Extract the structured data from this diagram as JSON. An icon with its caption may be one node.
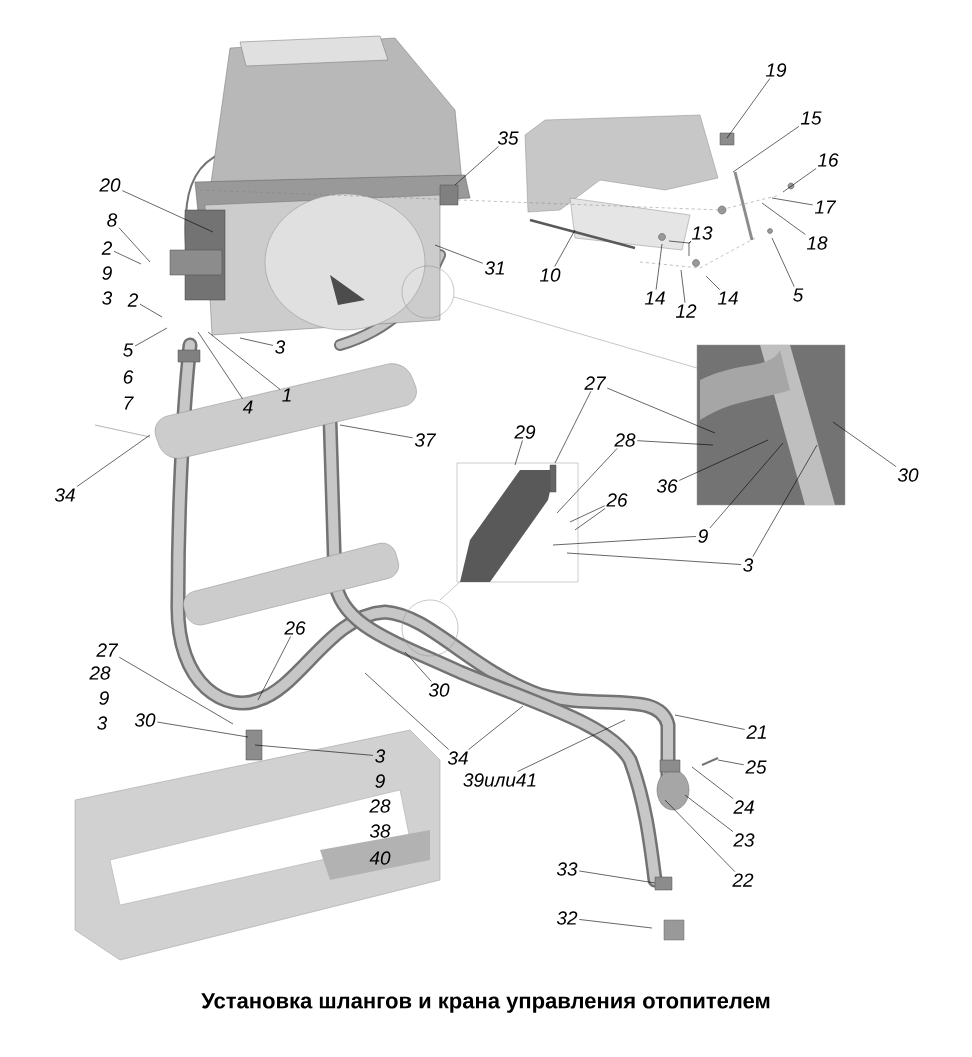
{
  "diagram": {
    "caption": "Установка шлангов и крана управления отопителем",
    "nodes": [
      {
        "text": [
          "19"
        ]
      },
      {
        "text": [
          "15"
        ]
      },
      {
        "text": [
          "35"
        ]
      },
      {
        "text": [
          "16"
        ]
      },
      {
        "text": [
          "20"
        ]
      },
      {
        "text": [
          "17"
        ]
      },
      {
        "text": [
          "8"
        ]
      },
      {
        "text": [
          "13"
        ]
      },
      {
        "text": [
          "18"
        ]
      },
      {
        "text": [
          "2"
        ]
      },
      {
        "text": [
          "31"
        ]
      },
      {
        "text": [
          "10"
        ]
      },
      {
        "text": [
          "2"
        ]
      },
      {
        "text": [
          "14"
        ]
      },
      {
        "text": [
          "14"
        ]
      },
      {
        "text": [
          "5"
        ]
      },
      {
        "text": [
          "12"
        ]
      },
      {
        "text": [
          "3"
        ]
      },
      {
        "text": [
          "5"
        ]
      },
      {
        "text": [
          "1"
        ]
      },
      {
        "text": [
          "4"
        ]
      },
      {
        "text": [
          "27"
        ]
      },
      {
        "text": [
          "29"
        ]
      },
      {
        "text": [
          "37"
        ]
      },
      {
        "text": [
          "28"
        ]
      },
      {
        "text": [
          "30"
        ]
      },
      {
        "text": [
          "36"
        ]
      },
      {
        "text": [
          "34"
        ]
      },
      {
        "text": [
          "26"
        ]
      },
      {
        "text": [
          "9"
        ]
      },
      {
        "text": [
          "3"
        ]
      },
      {
        "text": [
          "26"
        ]
      },
      {
        "text": [
          "27"
        ]
      },
      {
        "text": [
          "30"
        ]
      },
      {
        "text": [
          "30"
        ]
      },
      {
        "text": [
          "21"
        ]
      },
      {
        "text": [
          "3"
        ]
      },
      {
        "text": [
          "34"
        ]
      },
      {
        "text": [
          "25"
        ]
      },
      {
        "text": [
          "39или41"
        ]
      },
      {
        "text": [
          "24"
        ]
      },
      {
        "text": [
          "23"
        ]
      },
      {
        "text": [
          "22"
        ]
      },
      {
        "text": [
          "33"
        ]
      },
      {
        "text": [
          "32"
        ]
      }
    ],
    "edges": [
      {
        "from": 0,
        "to": null,
        "arrow": "none"
      },
      {
        "from": 1,
        "to": null,
        "arrow": "none"
      },
      {
        "from": 2,
        "to": null,
        "arrow": "none"
      },
      {
        "from": 3,
        "to": null,
        "arrow": "none"
      },
      {
        "from": 4,
        "to": null,
        "arrow": "none"
      },
      {
        "from": 5,
        "to": null,
        "arrow": "none"
      },
      {
        "from": 6,
        "to": null,
        "arrow": "none"
      },
      {
        "from": 7,
        "to": null,
        "arrow": "none"
      },
      {
        "from": 7,
        "to": null,
        "arrow": "none"
      },
      {
        "from": 8,
        "to": null,
        "arrow": "none"
      },
      {
        "from": 9,
        "to": null,
        "arrow": "none"
      },
      {
        "from": 10,
        "to": null,
        "arrow": "none"
      },
      {
        "from": 11,
        "to": null,
        "arrow": "none"
      },
      {
        "from": 12,
        "to": null,
        "arrow": "none"
      },
      {
        "from": 13,
        "to": null,
        "arrow": "none"
      },
      {
        "from": 14,
        "to": null,
        "arrow": "none"
      },
      {
        "from": 15,
        "to": null,
        "arrow": "none"
      },
      {
        "from": 16,
        "to": null,
        "arrow": "none"
      },
      {
        "from": 17,
        "to": null,
        "arrow": "none"
      },
      {
        "from": 18,
        "to": null,
        "arrow": "none"
      },
      {
        "from": 19,
        "to": null,
        "arrow": "none"
      },
      {
        "from": 20,
        "to": null,
        "arrow": "none"
      },
      {
        "from": 21,
        "to": null,
        "arrow": "none"
      },
      {
        "from": 21,
        "to": null,
        "arrow": "none"
      },
      {
        "from": 22,
        "to": null,
        "arrow": "none"
      },
      {
        "from": 23,
        "to": null,
        "arrow": "none"
      },
      {
        "from": 24,
        "to": null,
        "arrow": "none"
      },
      {
        "from": 24,
        "to": null,
        "arrow": "none"
      },
      {
        "from": 25,
        "to": null,
        "arrow": "none"
      },
      {
        "from": 26,
        "to": null,
        "arrow": "none"
      },
      {
        "from": 27,
        "to": null,
        "arrow": "none"
      },
      {
        "from": 28,
        "to": null,
        "arrow": "none"
      },
      {
        "from": 28,
        "to": null,
        "arrow": "none"
      },
      {
        "from": 29,
        "to": null,
        "arrow": "none"
      },
      {
        "from": 29,
        "to": null,
        "arrow": "none"
      },
      {
        "from": 30,
        "to": null,
        "arrow": "none"
      },
      {
        "from": 30,
        "to": null,
        "arrow": "none"
      },
      {
        "from": 31,
        "to": null,
        "arrow": "none"
      },
      {
        "from": 32,
        "to": null,
        "arrow": "none"
      },
      {
        "from": 33,
        "to": null,
        "arrow": "none"
      },
      {
        "from": 34,
        "to": null,
        "arrow": "none"
      },
      {
        "from": 35,
        "to": null,
        "arrow": "none"
      },
      {
        "from": 36,
        "to": null,
        "arrow": "none"
      },
      {
        "from": 37,
        "to": null,
        "arrow": "none"
      },
      {
        "from": 37,
        "to": null,
        "arrow": "none"
      },
      {
        "from": 38,
        "to": null,
        "arrow": "none"
      },
      {
        "from": 39,
        "to": null,
        "arrow": "none"
      },
      {
        "from": 40,
        "to": null,
        "arrow": "none"
      },
      {
        "from": 41,
        "to": null,
        "arrow": "none"
      },
      {
        "from": 42,
        "to": null,
        "arrow": "none"
      },
      {
        "from": 43,
        "to": null,
        "arrow": "none"
      },
      {
        "from": 44,
        "to": null,
        "arrow": "none"
      }
    ],
    "labels": [
      "9",
      "3",
      "6",
      "7",
      "28",
      "9",
      "3",
      "9",
      "28",
      "38",
      "40"
    ]
  }
}
